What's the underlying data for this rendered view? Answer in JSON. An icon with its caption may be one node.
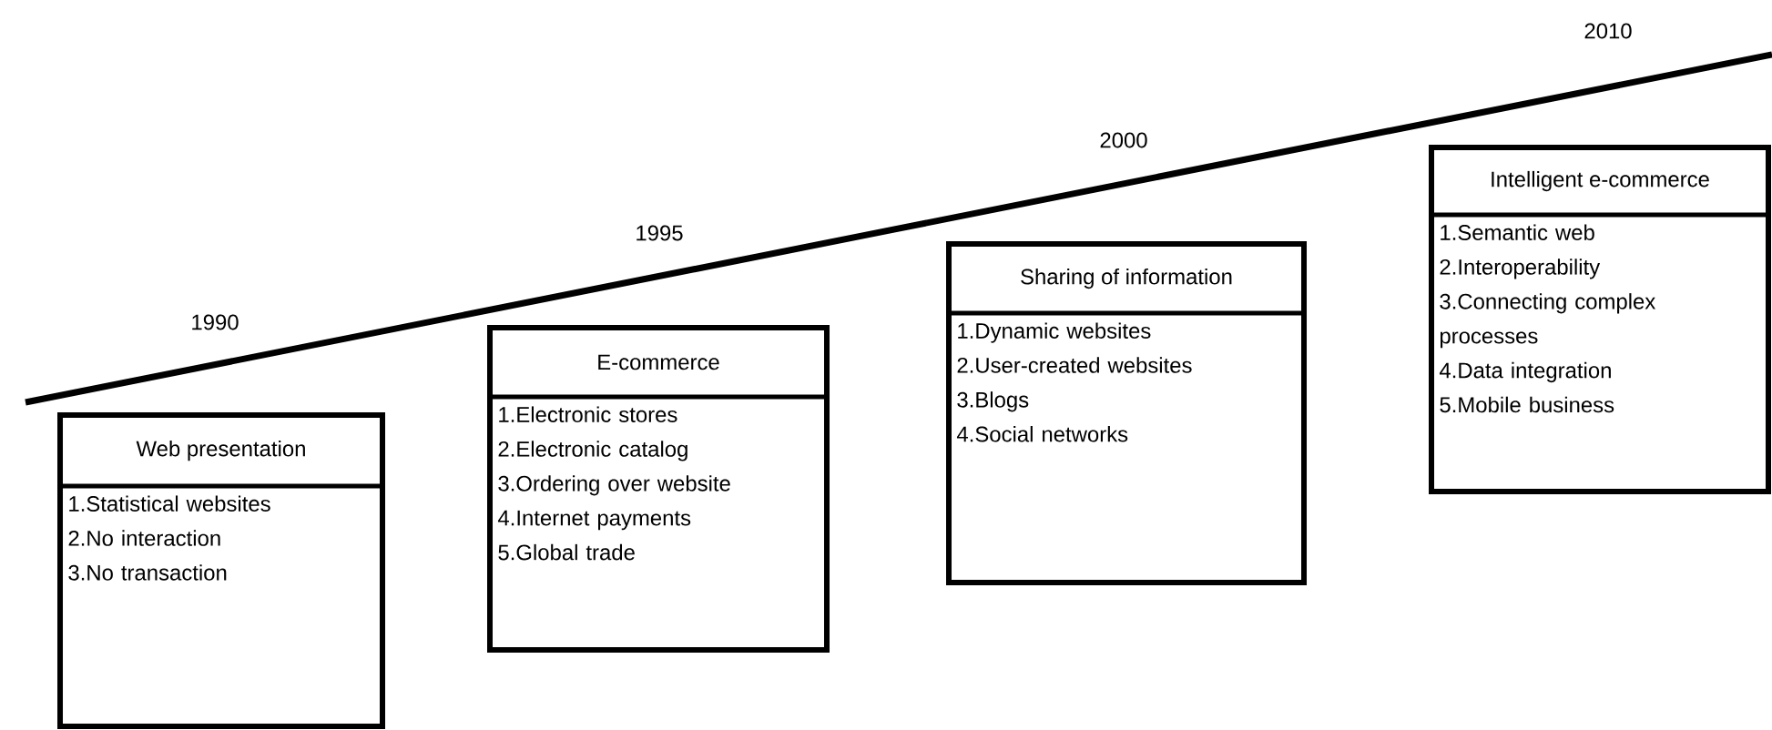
{
  "diagram": {
    "nodes": [
      {
        "text": [
          "Web presentation",
          "1.Statistical websites",
          "2.No interaction",
          "3.No transaction"
        ]
      },
      {
        "text": [
          "E-commerce",
          "1.Electronic stores",
          "2.Electronic catalog",
          "3.Ordering over website",
          "4.Internet payments",
          "5.Global trade"
        ]
      },
      {
        "text": [
          "Sharing of information",
          "1.Dynamic websites",
          "2.User-created websites",
          "3.Blogs",
          "4.Social networks"
        ]
      },
      {
        "text": [
          "Intelligent e-commerce",
          "1.Semantic web",
          "2.Interoperability",
          "3.Connecting complex processes",
          "4.Data integration",
          "5.Mobile business"
        ]
      }
    ],
    "labels": [
      "2010",
      "2000",
      "1995",
      "1990"
    ]
  }
}
